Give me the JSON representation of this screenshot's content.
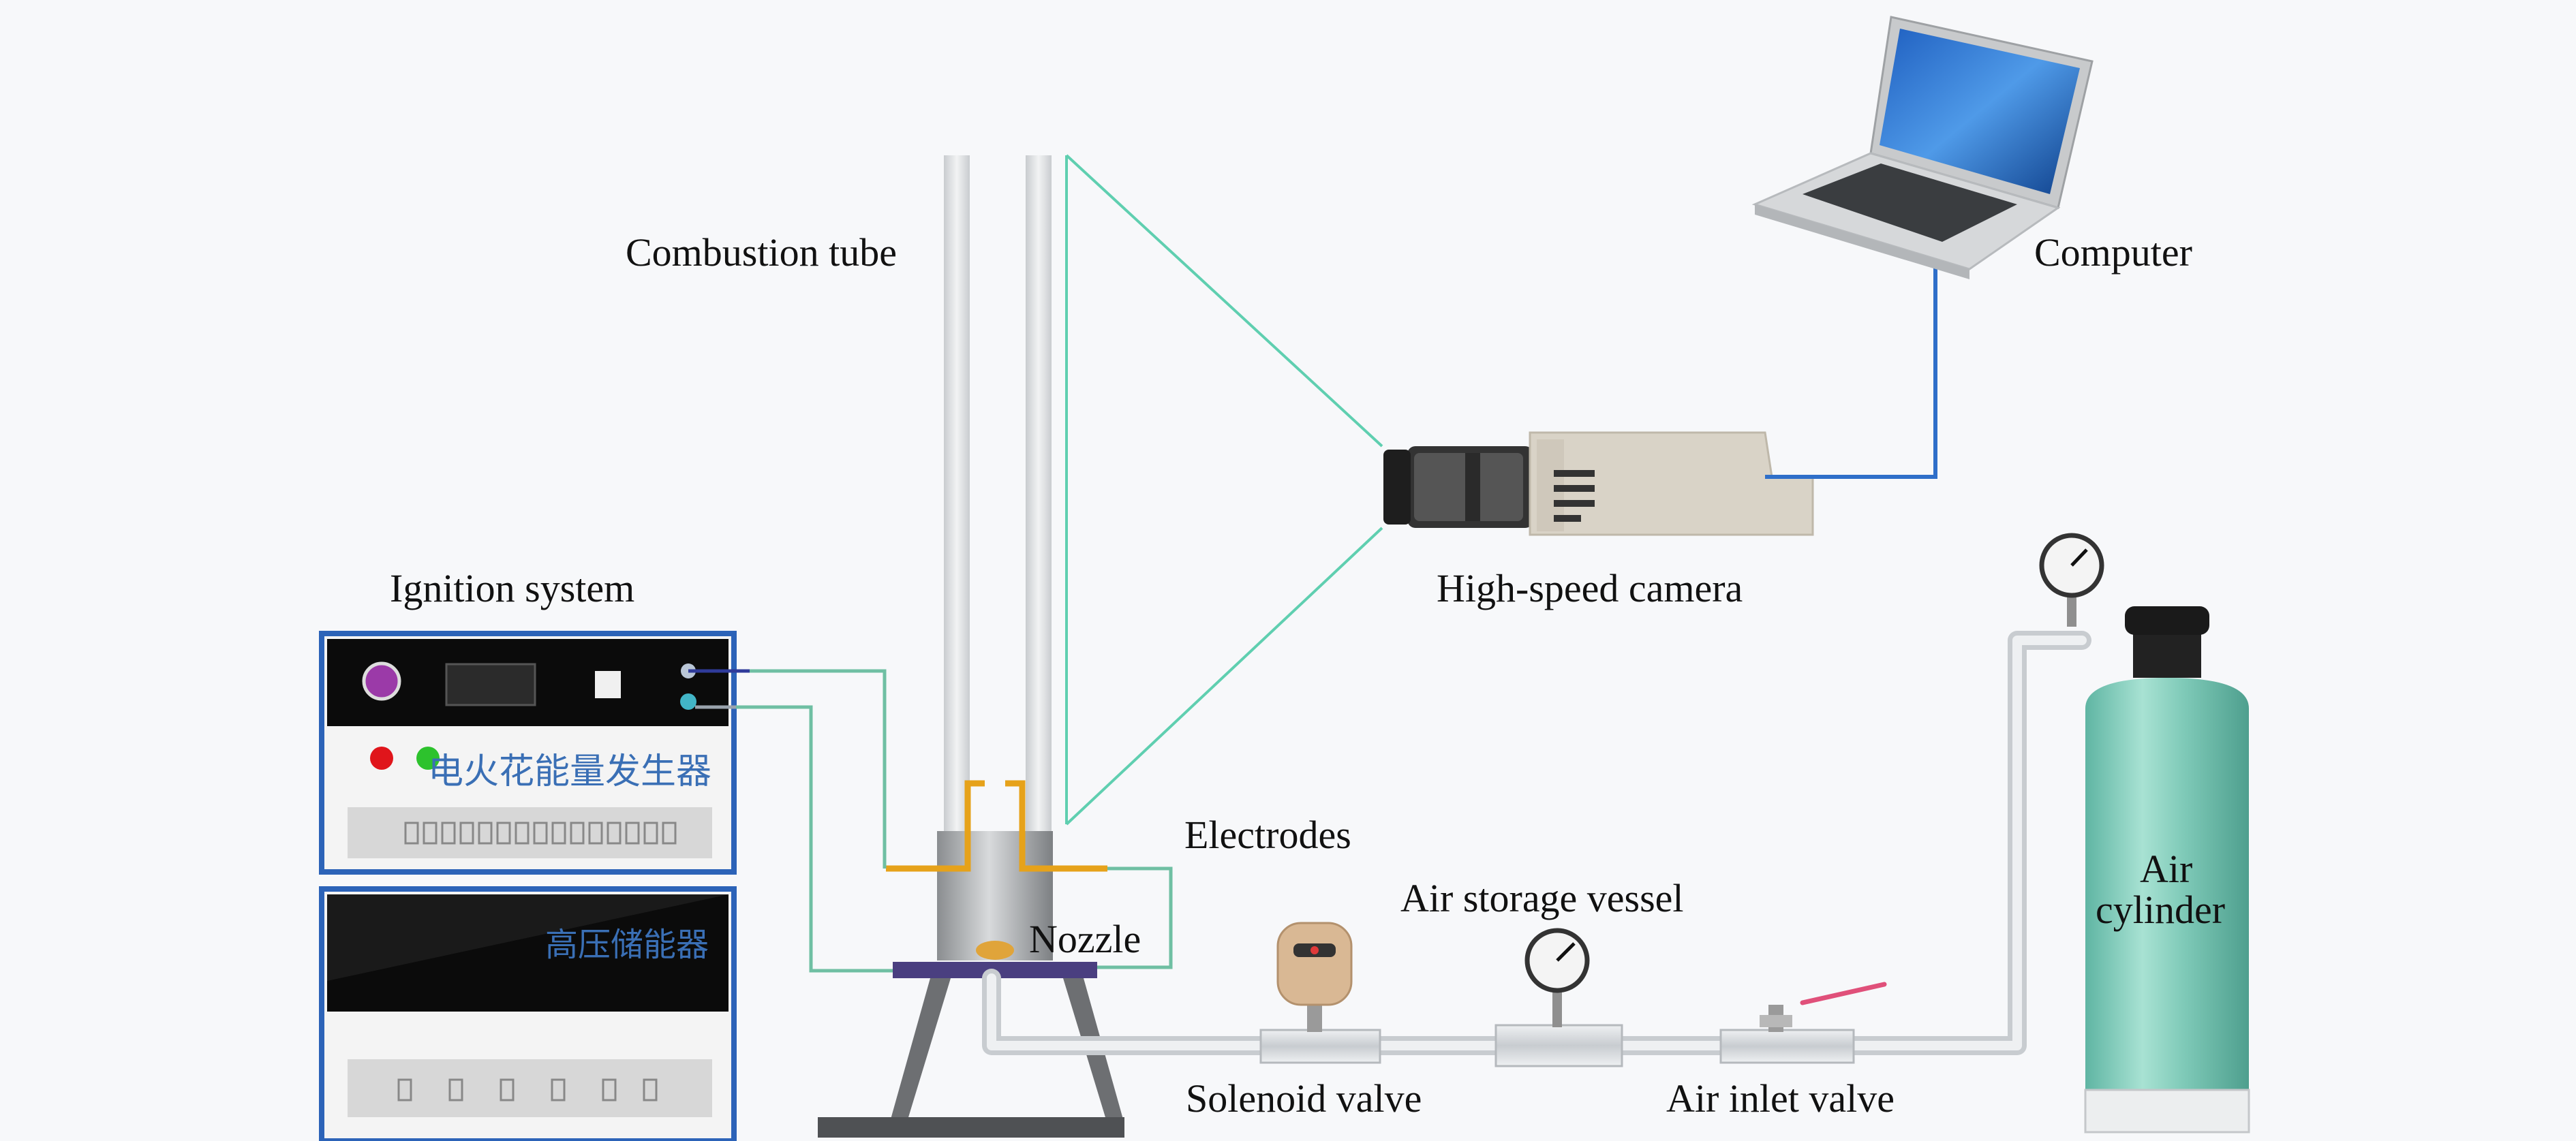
{
  "labels": {
    "combustion_tube": "Combustion tube",
    "computer": "Computer",
    "ignition_system": "Ignition system",
    "high_speed_camera": "High-speed camera",
    "electrodes": "Electrodes",
    "air_storage_vessel": "Air storage vessel",
    "nozzle": "Nozzle",
    "solenoid_valve": "Solenoid valve",
    "air_inlet_valve": "Air inlet valve",
    "air_cylinder_line1": "Air",
    "air_cylinder_line2": "cylinder"
  },
  "ignition_panel": {
    "spark_generator_text": "电火花能量发生器",
    "storage_text": "高压储能器"
  },
  "colors": {
    "background": "#f7f8fa",
    "optical_path": "#5fcfb0",
    "data_cable": "#2f6fc9",
    "signal_wire": "#6fbfa3",
    "electrode_wire": "#e6a21a",
    "pipe": "#d8dadc",
    "cylinder": "#7fcab8",
    "panel_dark": "#0b0b0b",
    "panel_frame": "#2c63b8"
  },
  "icons": [
    "laptop-icon",
    "camera-icon",
    "pressure-gauge-icon",
    "solenoid-valve-icon",
    "ball-valve-icon",
    "gas-cylinder-icon",
    "power-button-icon",
    "indicator-light-icon"
  ]
}
